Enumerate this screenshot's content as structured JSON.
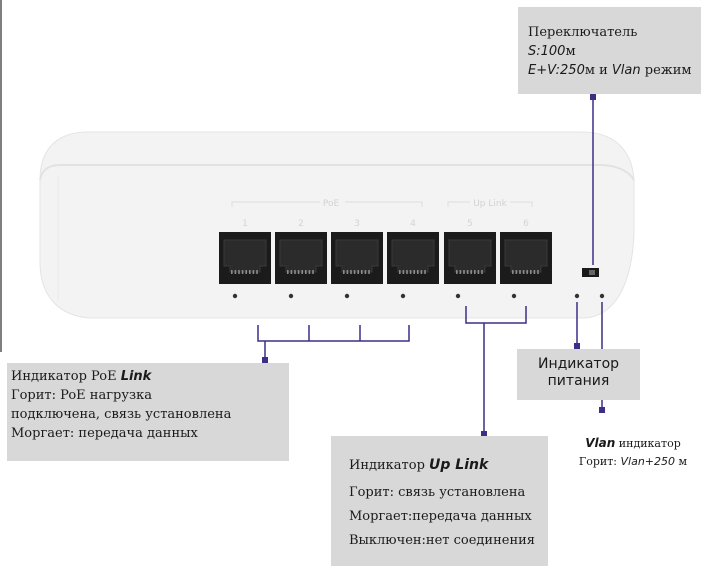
{
  "switch_callout": {
    "title": "Переключатель",
    "line1_mode": "S:100",
    "line1_unit": "м",
    "line2_mode": "E+V:250",
    "line2_unit": "м и ",
    "line2_vlan": "Vlan",
    "line2_tail": " режим"
  },
  "device_labels": {
    "poe_group": "PoE",
    "uplink_group": "Up Link",
    "ports": [
      "1",
      "2",
      "3",
      "4",
      "5",
      "6"
    ]
  },
  "poe_callout": {
    "prefix": "Индикатор PoE ",
    "link": "Link",
    "line2": "Горит: PoE нагрузка",
    "line3": "подключена, связь установлена",
    "line4": "Моргает: передача данных"
  },
  "power_callout": {
    "line1": "Индикатор",
    "line2": "питания"
  },
  "uplink_callout": {
    "prefix": "Индикатор ",
    "title": "Up Link",
    "line2": "Горит: связь установлена",
    "line3": "Моргает:передача данных",
    "line4": "Выключен:нет соединения"
  },
  "vlan_callout": {
    "vlan": "Vlan",
    "suffix": " индикатор",
    "lit_prefix": "Горит: ",
    "lit_value": "Vlan+250",
    "lit_unit": " м"
  },
  "colors": {
    "leader": "#3b2f88",
    "callout_bg": "#d8d8d8",
    "device_body": "#f2f2f2",
    "port": "#1b1b1b"
  }
}
